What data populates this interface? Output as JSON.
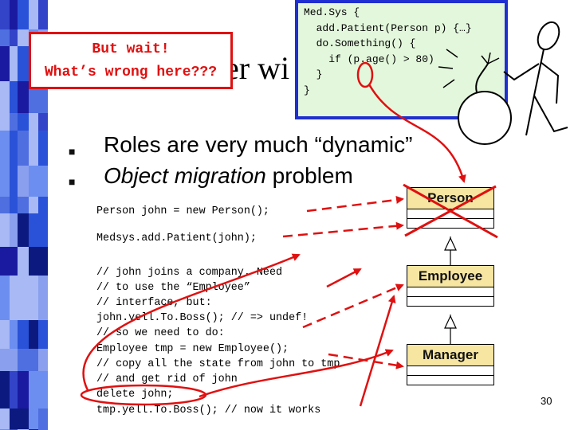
{
  "title_partial": "er wi",
  "callout": {
    "line1": "But wait!",
    "line2": "What’s wrong here???"
  },
  "code_box": {
    "lines": [
      "Med.Sys {",
      "  add.Patient(Person p) {…}",
      "  do.Something() {",
      "    if (p.age() > 80)",
      "  }",
      "}"
    ]
  },
  "bullets": [
    {
      "text": "Roles are very much “dynamic”"
    },
    {
      "text_italic": "Object migration",
      "text_rest": " problem"
    }
  ],
  "code_lines": [
    "Person john = new Person();",
    "Medsys.add.Patient(john);",
    "// john joins a company. Need",
    "// to use the “Employee”",
    "// interface, but:",
    "john.yell.To.Boss(); // => undef!",
    "// so we need to do:",
    "Employee tmp = new Employee();",
    "// copy all the state from john to tmp",
    "// and get rid of john",
    "delete john;",
    "tmp.yell.To.Boss(); // now it works"
  ],
  "uml_classes": [
    "Person",
    "Employee",
    "Manager"
  ],
  "page_number": "30",
  "colors": {
    "accent_red": "#e01010",
    "box_border": "#1f2fd0",
    "box_fill": "#e3f7dc",
    "uml_fill": "#f6e6a2"
  }
}
